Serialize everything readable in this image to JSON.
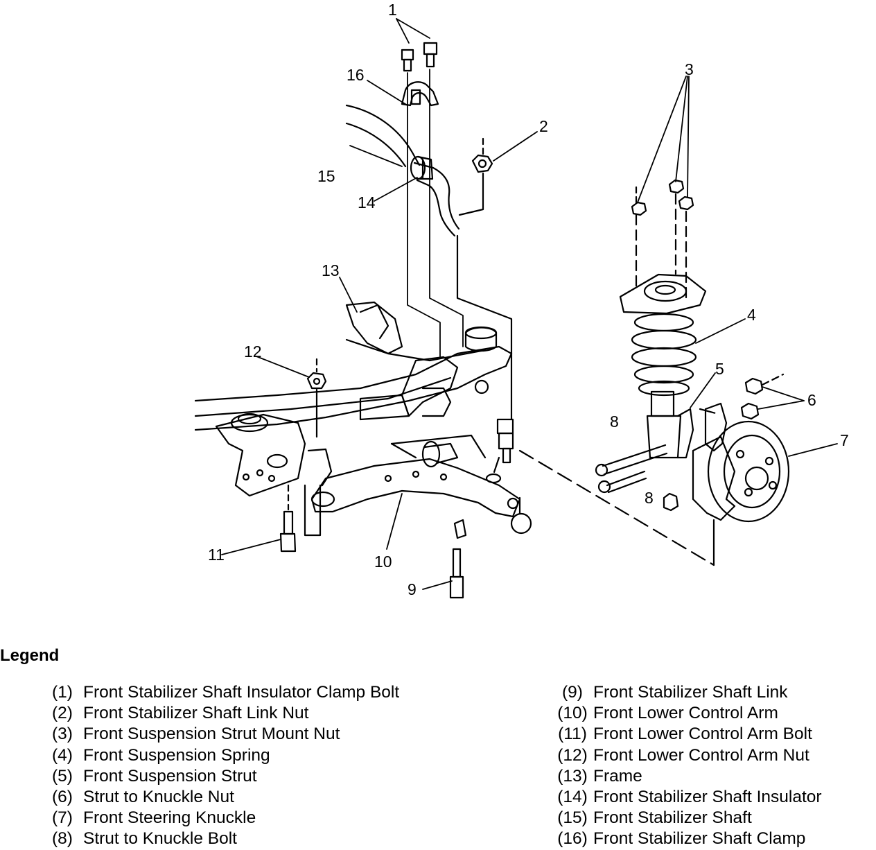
{
  "callouts": [
    "1",
    "2",
    "3",
    "4",
    "5",
    "6",
    "7",
    "8",
    "8",
    "9",
    "10",
    "11",
    "12",
    "13",
    "14",
    "15",
    "16"
  ],
  "legend": {
    "title": "Legend",
    "left": [
      {
        "num": "(1)",
        "label": "Front Stabilizer Shaft Insulator Clamp Bolt"
      },
      {
        "num": "(2)",
        "label": "Front Stabilizer Shaft Link Nut"
      },
      {
        "num": "(3)",
        "label": "Front Suspension Strut Mount Nut"
      },
      {
        "num": "(4)",
        "label": "Front Suspension Spring"
      },
      {
        "num": "(5)",
        "label": "Front Suspension Strut"
      },
      {
        "num": "(6)",
        "label": "Strut to Knuckle Nut"
      },
      {
        "num": "(7)",
        "label": "Front Steering Knuckle"
      },
      {
        "num": "(8)",
        "label": "Strut to Knuckle Bolt"
      }
    ],
    "right": [
      {
        "num": "(9)",
        "label": "Front Stabilizer Shaft Link"
      },
      {
        "num": "(10)",
        "label": "Front Lower Control Arm"
      },
      {
        "num": "(11)",
        "label": "Front Lower Control Arm Bolt"
      },
      {
        "num": "(12)",
        "label": "Front Lower Control Arm Nut"
      },
      {
        "num": "(13)",
        "label": "Frame"
      },
      {
        "num": "(14)",
        "label": "Front Stabilizer Shaft Insulator"
      },
      {
        "num": "(15)",
        "label": "Front Stabilizer Shaft"
      },
      {
        "num": "(16)",
        "label": "Front Stabilizer Shaft Clamp"
      }
    ]
  }
}
